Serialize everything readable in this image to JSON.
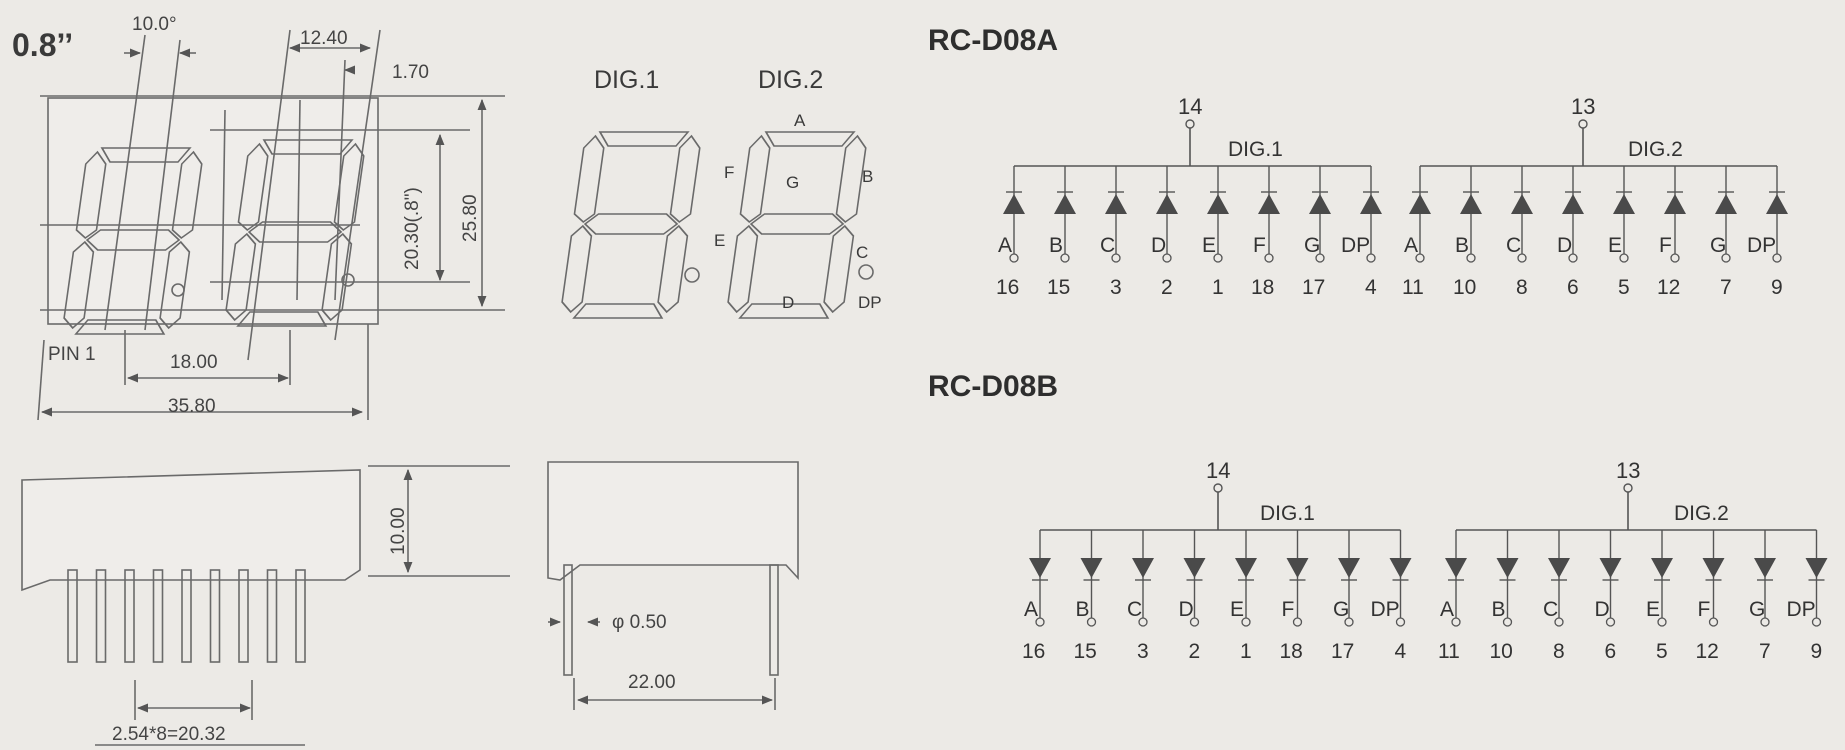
{
  "package": {
    "size": "0.8’’",
    "dims": {
      "angle": "10.0°",
      "pitch_digit": "12.40",
      "offset": "1.70",
      "height_inner": "20.30(.8\")",
      "height_outer": "25.80",
      "pin1": "PIN 1",
      "span": "18.00",
      "width": "35.80",
      "depth": "10.00",
      "pin_pitch": "2.54*8=20.32",
      "pin_dia": "φ 0.50",
      "side_width": "22.00"
    }
  },
  "segment_display": {
    "digit_labels": [
      "DIG.1",
      "DIG.2"
    ],
    "segment_letters": {
      "a": "A",
      "b": "B",
      "c": "C",
      "d": "D",
      "e": "E",
      "f": "F",
      "g": "G",
      "dp": "DP"
    }
  },
  "circuits": [
    {
      "title": "RC-D08A",
      "groups": [
        {
          "name": "DIG.1",
          "common_pin": "14",
          "segments": [
            "A",
            "B",
            "C",
            "D",
            "E",
            "F",
            "G",
            "DP"
          ],
          "pins": [
            "16",
            "15",
            "3",
            "2",
            "1",
            "18",
            "17",
            "4"
          ]
        },
        {
          "name": "DIG.2",
          "common_pin": "13",
          "segments": [
            "A",
            "B",
            "C",
            "D",
            "E",
            "F",
            "G",
            "DP"
          ],
          "pins": [
            "11",
            "10",
            "8",
            "6",
            "5",
            "12",
            "7",
            "9"
          ]
        }
      ]
    },
    {
      "title": "RC-D08B",
      "groups": [
        {
          "name": "DIG.1",
          "common_pin": "14",
          "segments": [
            "A",
            "B",
            "C",
            "D",
            "E",
            "F",
            "G",
            "DP"
          ],
          "pins": [
            "16",
            "15",
            "3",
            "2",
            "1",
            "18",
            "17",
            "4"
          ]
        },
        {
          "name": "DIG.2",
          "common_pin": "13",
          "segments": [
            "A",
            "B",
            "C",
            "D",
            "E",
            "F",
            "G",
            "DP"
          ],
          "pins": [
            "11",
            "10",
            "8",
            "6",
            "5",
            "12",
            "7",
            "9"
          ]
        }
      ]
    }
  ]
}
